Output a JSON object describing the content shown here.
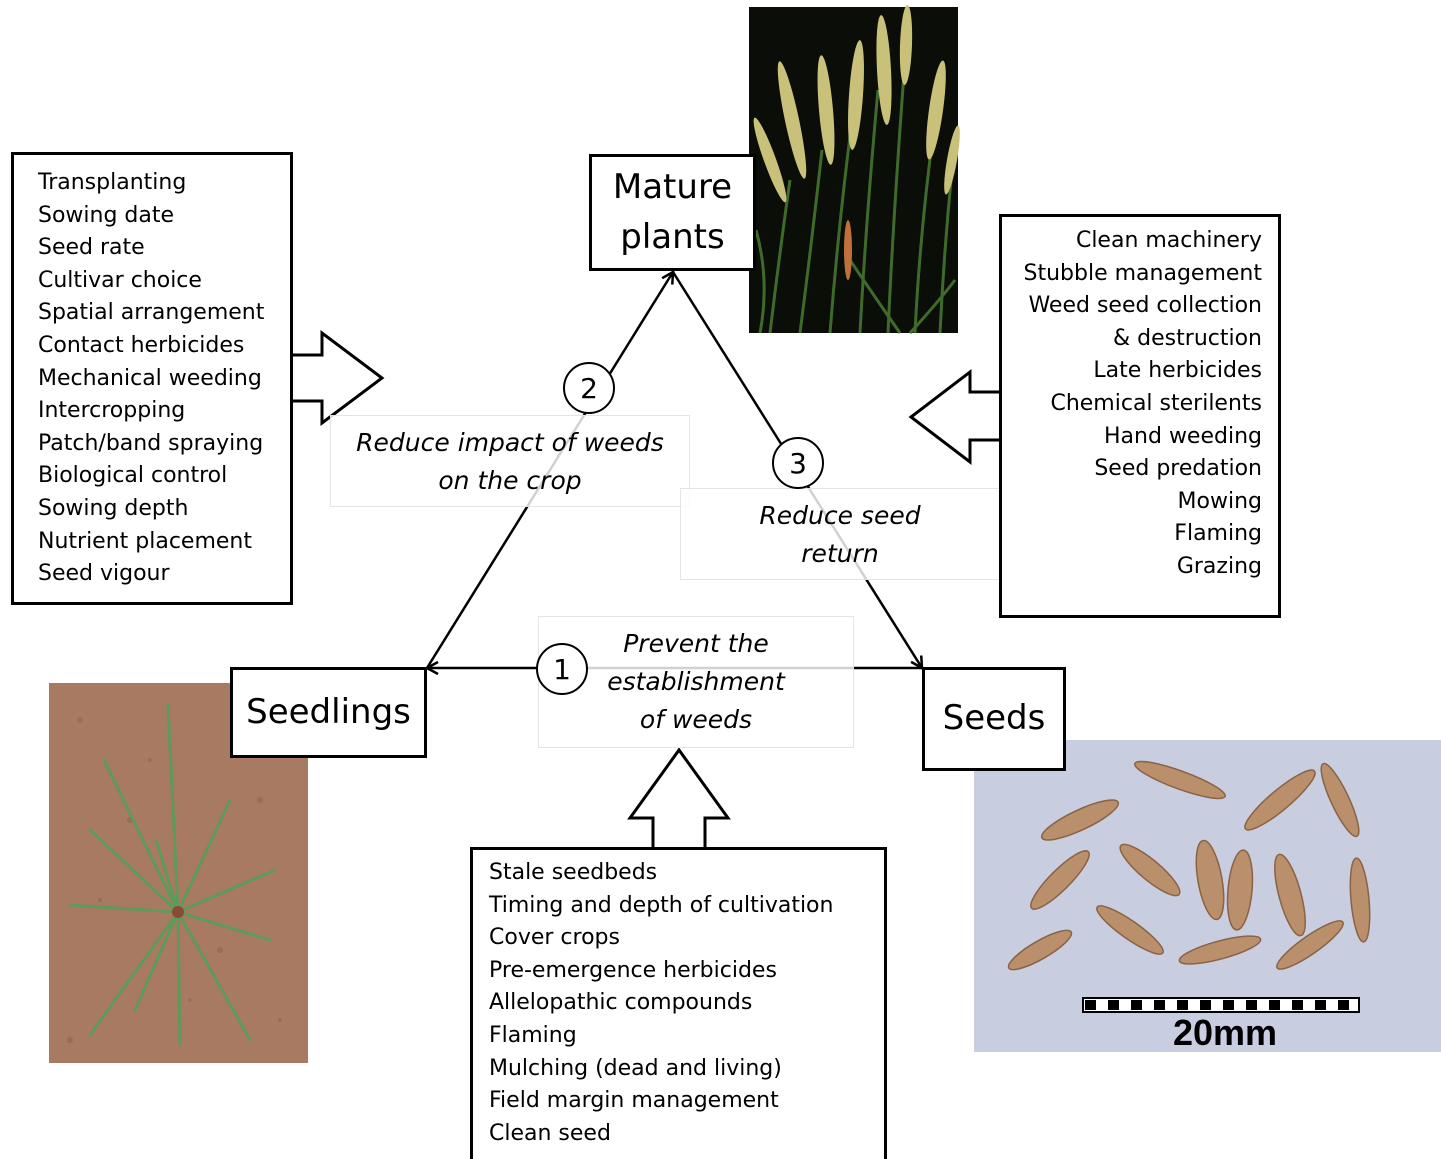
{
  "stages": {
    "mature": "Mature\nplants",
    "seedlings": "Seedlings",
    "seeds": "Seeds"
  },
  "goals": {
    "one": {
      "number": "1",
      "text": "Prevent the\nestablishment\nof weeds"
    },
    "two": {
      "number": "2",
      "text": "Reduce impact of weeds\non the crop"
    },
    "three": {
      "number": "3",
      "text": "Reduce seed\nreturn"
    }
  },
  "left_list": [
    "Transplanting",
    "Sowing date",
    "Seed rate",
    "Cultivar choice",
    "Spatial arrangement",
    "Contact herbicides",
    "Mechanical weeding",
    "Intercropping",
    "Patch/band spraying",
    "Biological control",
    "Sowing depth",
    "Nutrient placement",
    "Seed vigour"
  ],
  "right_list": [
    "Clean machinery",
    "Stubble management",
    "Weed seed collection",
    "& destruction",
    "Late herbicides",
    "Chemical sterilents",
    "Hand weeding",
    "Seed predation",
    "Mowing",
    "Flaming",
    "Grazing"
  ],
  "bottom_list": [
    "Stale seedbeds",
    "Timing and depth of cultivation",
    "Cover crops",
    "Pre-emergence herbicides",
    "Allelopathic compounds",
    "Flaming",
    "Mulching (dead and living)",
    "Field margin management",
    "Clean seed"
  ],
  "photos": {
    "mature_photo": "mature-grass-photo",
    "seedling_photo": "seedling-photo",
    "seeds_photo": "seeds-photo",
    "scale_label": "20mm"
  }
}
